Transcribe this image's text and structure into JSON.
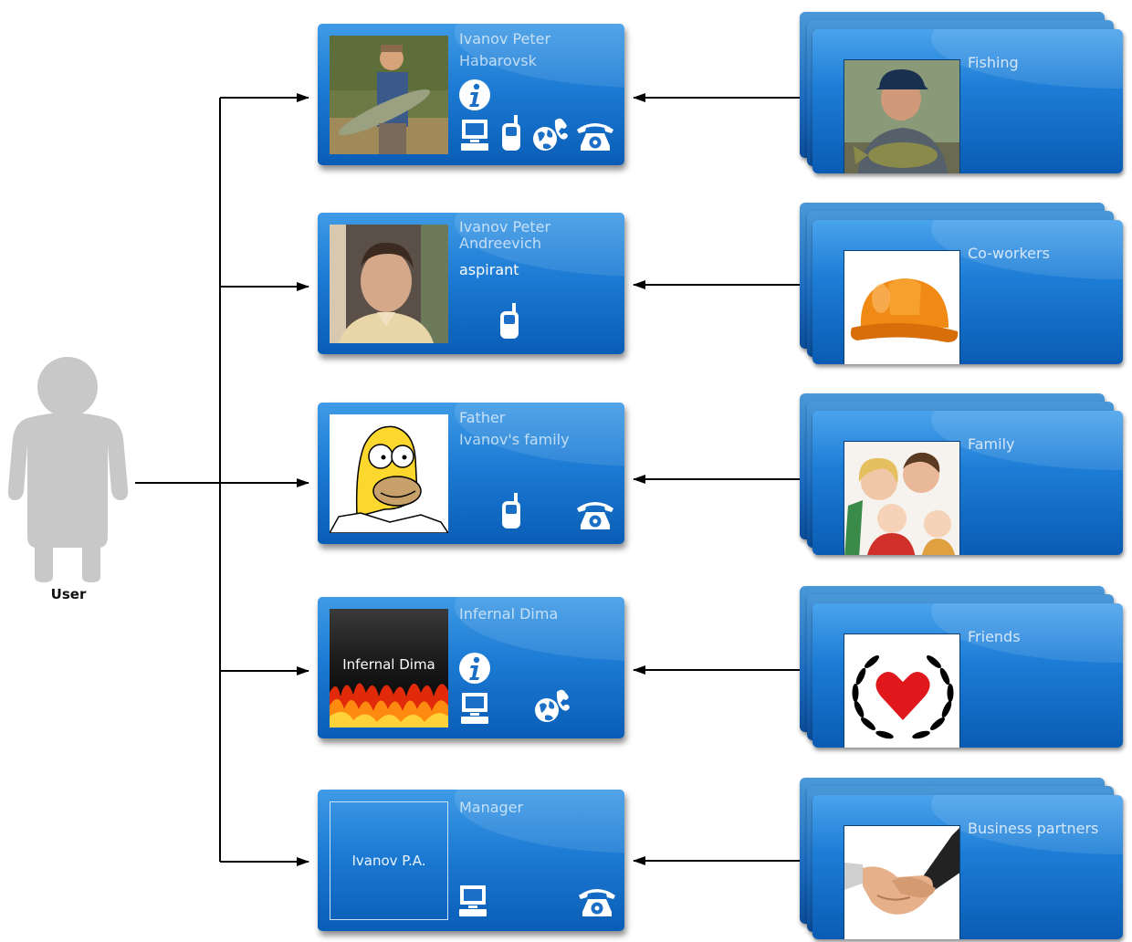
{
  "user": {
    "label": "User"
  },
  "cards": [
    {
      "line1": "Ivanov Peter",
      "line2": "Habarovsk",
      "line3": "",
      "photo": "fisherman-photo",
      "photo_text": "",
      "icons": [
        "info-icon",
        "computer-icon",
        "mobile-phone-icon",
        "globe-phone-icon",
        "telephone-icon"
      ]
    },
    {
      "line1": "Ivanov Peter",
      "line2": "Andreevich",
      "line3": "aspirant",
      "photo": "man-portrait-photo",
      "photo_text": "",
      "icons": [
        "mobile-phone-icon"
      ]
    },
    {
      "line1": "Father",
      "line2": "Ivanov's family",
      "line3": "",
      "photo": "cartoon-avatar",
      "photo_text": "",
      "icons": [
        "mobile-phone-icon",
        "telephone-icon"
      ]
    },
    {
      "line1": "Infernal Dima",
      "line2": "",
      "line3": "",
      "photo": "fire-avatar",
      "photo_text": "Infernal Dima",
      "icons": [
        "info-icon",
        "computer-icon",
        "globe-phone-icon"
      ]
    },
    {
      "line1": "Manager",
      "line2": "",
      "line3": "",
      "photo": "placeholder-avatar",
      "photo_text": "Ivanov P.A.",
      "icons": [
        "computer-icon",
        "telephone-icon"
      ]
    }
  ],
  "groups": [
    {
      "title": "Fishing",
      "photo": "fishing-photo"
    },
    {
      "title": "Co-workers",
      "photo": "hard-hat-photo"
    },
    {
      "title": "Family",
      "photo": "family-photo"
    },
    {
      "title": "Friends",
      "photo": "heart-wreath-photo"
    },
    {
      "title": "Business partners",
      "photo": "handshake-photo"
    }
  ],
  "colors": {
    "card_blue": "#1c7bd4",
    "card_dark": "#0a5db6",
    "user_gray": "#c8c8c8",
    "wire": "#000000"
  }
}
